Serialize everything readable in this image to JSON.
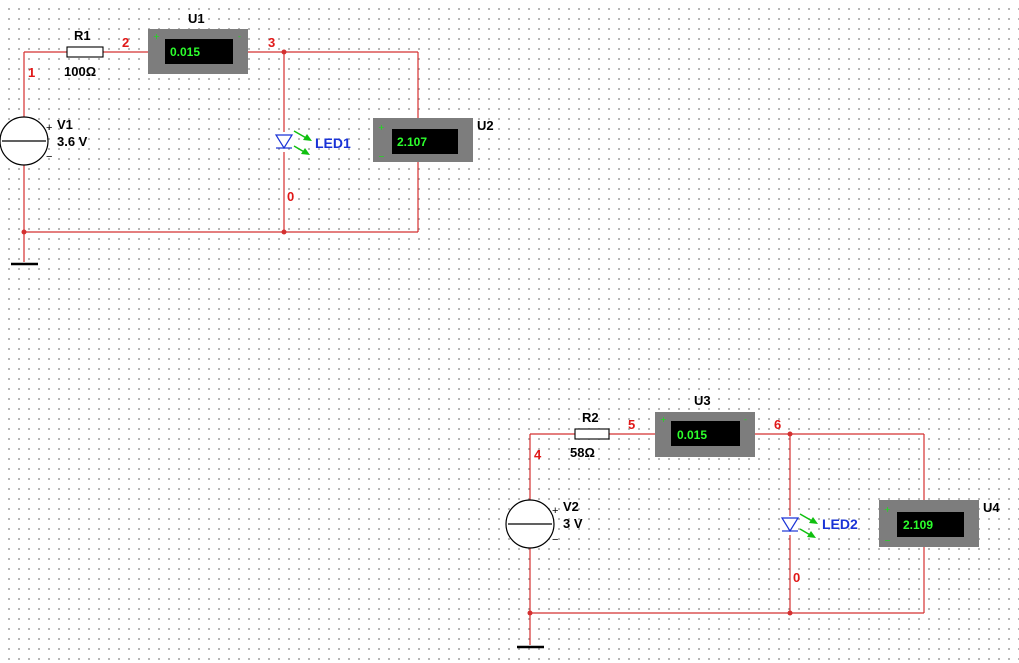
{
  "circuit_1": {
    "source": {
      "name": "V1",
      "value": "3.6 V",
      "plus": "+",
      "minus": "−"
    },
    "resistor": {
      "name": "R1",
      "value": "100Ω"
    },
    "ammeter": {
      "name": "U1",
      "reading": "0.015",
      "plus": "+",
      "minus": "-"
    },
    "voltmeter": {
      "name": "U2",
      "reading": "2.107",
      "plus": "+",
      "minus": "−"
    },
    "led": {
      "name": "LED1"
    },
    "nodes": {
      "n1": "1",
      "n2": "2",
      "n3": "3",
      "n0": "0"
    }
  },
  "circuit_2": {
    "source": {
      "name": "V2",
      "value": "3 V",
      "plus": "+",
      "minus": "−"
    },
    "resistor": {
      "name": "R2",
      "value": "58Ω"
    },
    "ammeter": {
      "name": "U3",
      "reading": "0.015",
      "plus": "+",
      "minus": "-"
    },
    "voltmeter": {
      "name": "U4",
      "reading": "2.109",
      "plus": "+",
      "minus": "−"
    },
    "led": {
      "name": "LED2"
    },
    "nodes": {
      "n4": "4",
      "n5": "5",
      "n6": "6",
      "n0": "0"
    }
  },
  "colors": {
    "wire": "#d43030",
    "node_label": "#e01818",
    "led": "#1a33d6",
    "light_arrow": "#10c010",
    "meter_body": "#7d7d7d",
    "meter_reading": "#2cff2c"
  }
}
